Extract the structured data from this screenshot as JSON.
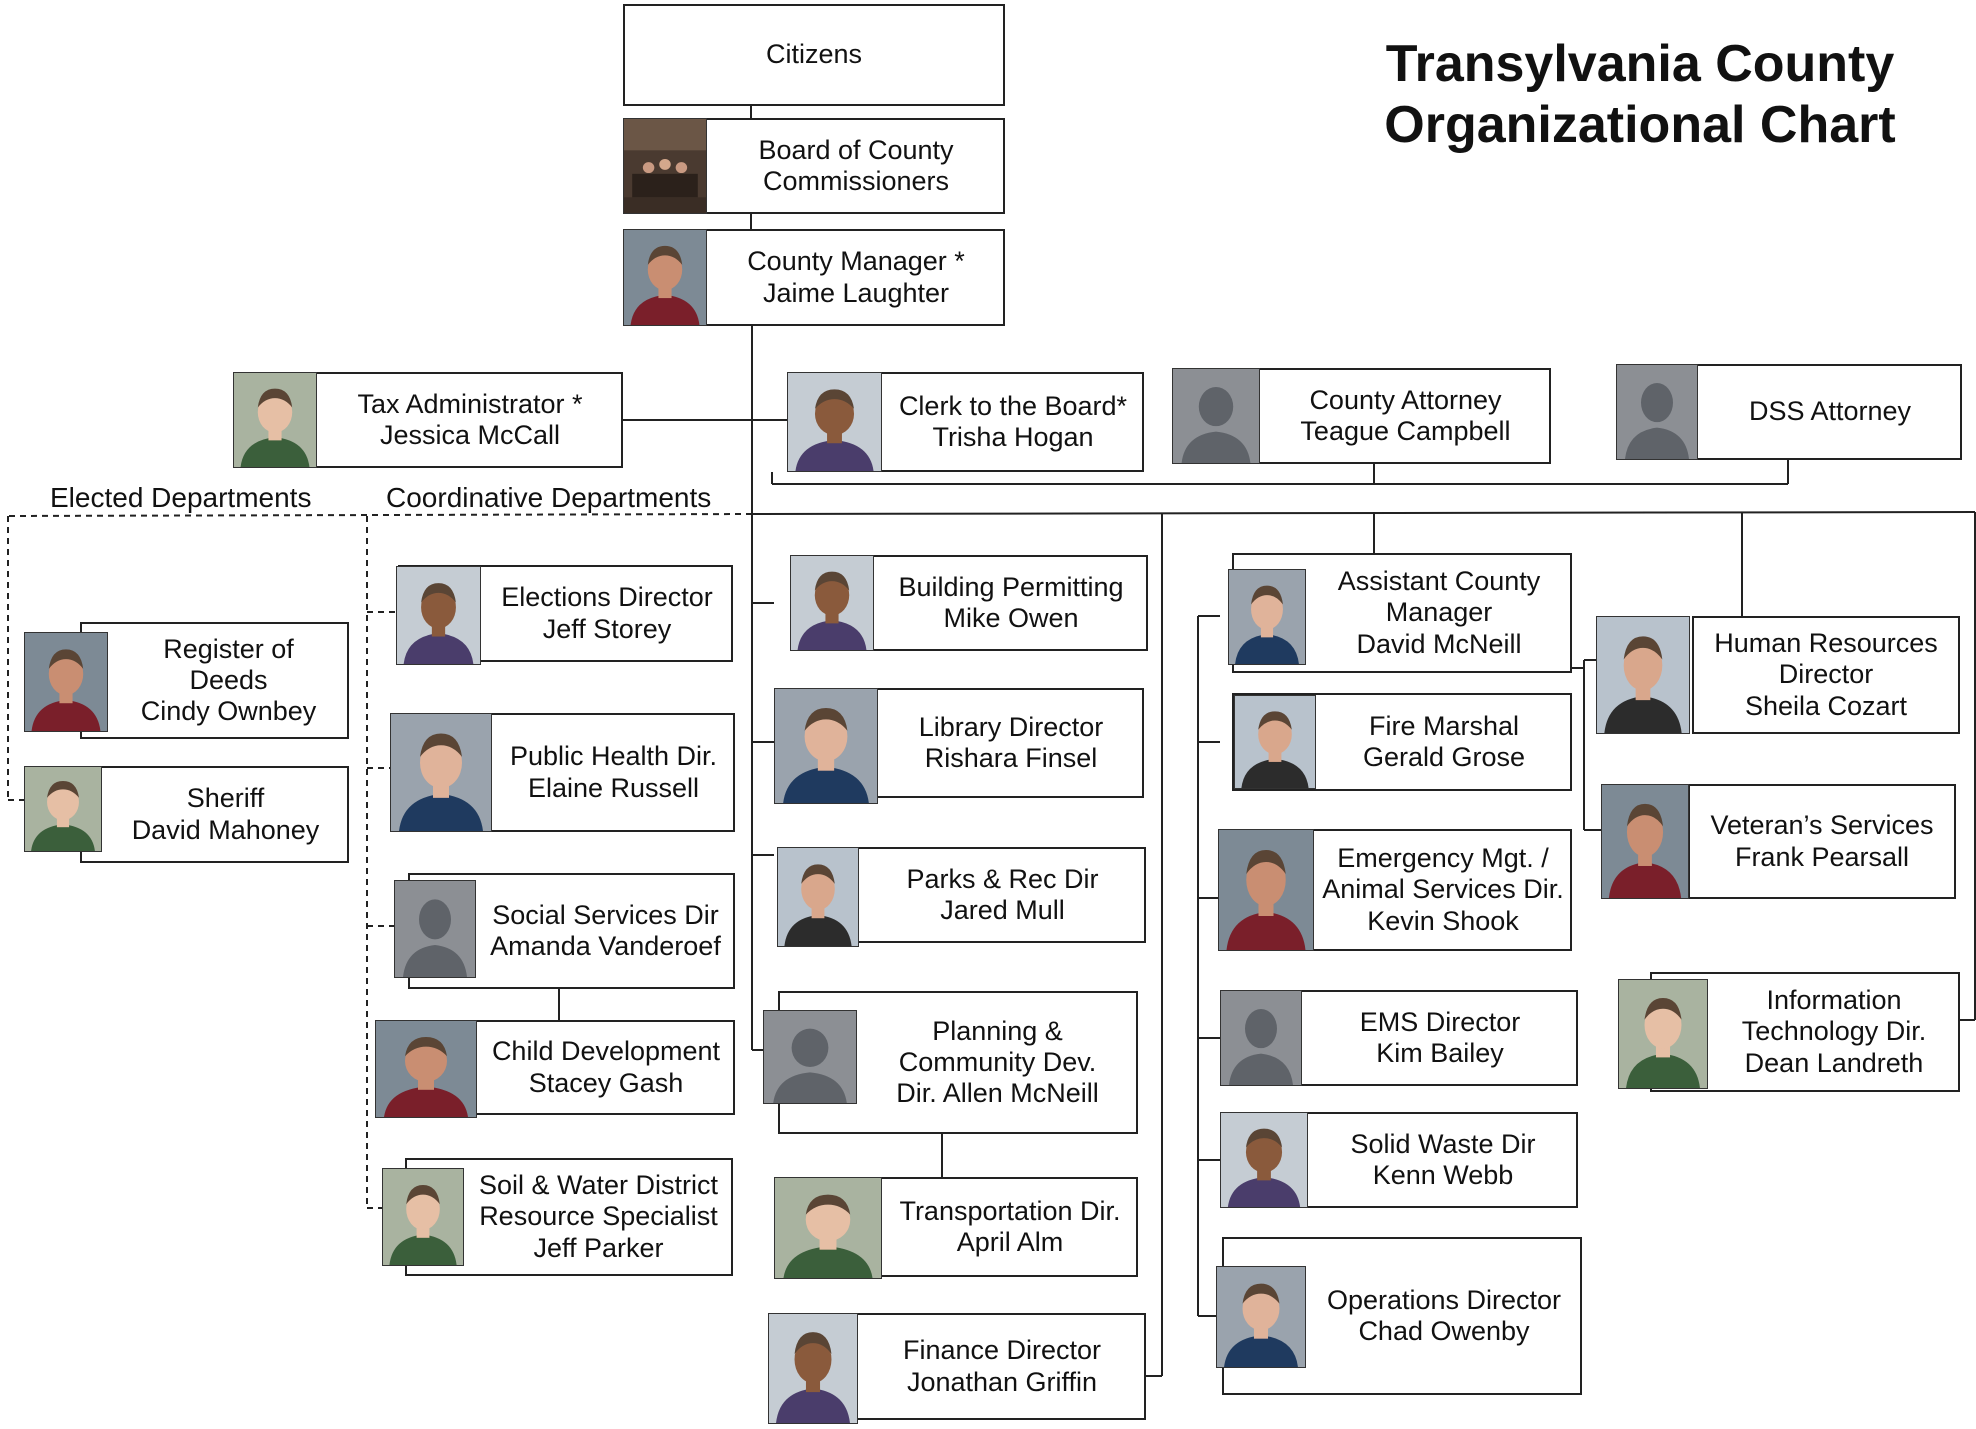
{
  "title": "Transylvania County\nOrganizational Chart",
  "sections": {
    "elected": "Elected Departments",
    "coordinative": "Coordinative Departments"
  },
  "nodes": [
    {
      "id": "citizens",
      "label": "Citizens",
      "photo": "none"
    },
    {
      "id": "board",
      "label": "Board of County\nCommissioners",
      "photo": "group-meeting"
    },
    {
      "id": "county-manager",
      "label": "County Manager *\nJaime Laughter",
      "photo": "portrait"
    },
    {
      "id": "tax-admin",
      "label": "Tax Administrator *\nJessica McCall",
      "photo": "portrait"
    },
    {
      "id": "clerk",
      "label": "Clerk to the Board*\nTrisha Hogan",
      "photo": "portrait"
    },
    {
      "id": "county-attorney",
      "label": "County Attorney\nTeague Campbell",
      "photo": "silhouette"
    },
    {
      "id": "dss-attorney",
      "label": "DSS Attorney",
      "photo": "silhouette"
    },
    {
      "id": "register-deeds",
      "label": "Register of\nDeeds\nCindy Ownbey",
      "photo": "portrait"
    },
    {
      "id": "sheriff",
      "label": "Sheriff\nDavid Mahoney",
      "photo": "portrait"
    },
    {
      "id": "elections",
      "label": "Elections Director\nJeff Storey",
      "photo": "portrait"
    },
    {
      "id": "public-health",
      "label": "Public Health Dir.\nElaine Russell",
      "photo": "portrait"
    },
    {
      "id": "social-services",
      "label": "Social Services Dir\nAmanda Vanderoef",
      "photo": "silhouette"
    },
    {
      "id": "child-dev",
      "label": "Child Development\nStacey Gash",
      "photo": "portrait"
    },
    {
      "id": "soil-water",
      "label": "Soil & Water District\nResource Specialist\nJeff Parker",
      "photo": "portrait"
    },
    {
      "id": "building",
      "label": "Building Permitting\nMike Owen",
      "photo": "portrait"
    },
    {
      "id": "library",
      "label": "Library Director\nRishara Finsel",
      "photo": "portrait"
    },
    {
      "id": "parks",
      "label": "Parks & Rec Dir\nJared Mull",
      "photo": "portrait"
    },
    {
      "id": "planning",
      "label": "Planning &\nCommunity Dev.\nDir. Allen McNeill",
      "photo": "silhouette"
    },
    {
      "id": "transportation",
      "label": "Transportation Dir.\nApril Alm",
      "photo": "portrait"
    },
    {
      "id": "finance",
      "label": "Finance Director\nJonathan Griffin",
      "photo": "portrait"
    },
    {
      "id": "asst-manager",
      "label": "Assistant County\nManager\nDavid McNeill",
      "photo": "portrait"
    },
    {
      "id": "fire-marshal",
      "label": "Fire Marshal\nGerald Grose",
      "photo": "portrait"
    },
    {
      "id": "emergency",
      "label": "Emergency Mgt. /\nAnimal Services Dir.\nKevin Shook",
      "photo": "portrait"
    },
    {
      "id": "ems",
      "label": "EMS Director\nKim Bailey",
      "photo": "silhouette"
    },
    {
      "id": "solid-waste",
      "label": "Solid Waste Dir\nKenn Webb",
      "photo": "portrait"
    },
    {
      "id": "operations",
      "label": "Operations Director\nChad Owenby",
      "photo": "portrait"
    },
    {
      "id": "hr",
      "label": "Human Resources\nDirector\nSheila Cozart",
      "photo": "portrait"
    },
    {
      "id": "veterans",
      "label": "Veteran’s Services\nFrank Pearsall",
      "photo": "portrait"
    },
    {
      "id": "it",
      "label": "Information\nTechnology Dir.\nDean Landreth",
      "photo": "portrait"
    }
  ]
}
